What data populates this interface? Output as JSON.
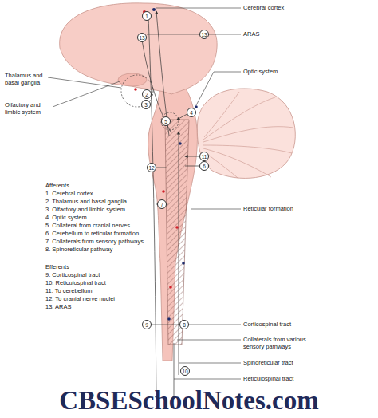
{
  "diagram": {
    "nodes": [
      {
        "text": [
          "1"
        ]
      },
      {
        "text": [
          "13"
        ]
      },
      {
        "text": [
          "13"
        ]
      },
      {
        "text": [
          "2"
        ]
      },
      {
        "text": [
          "3"
        ]
      },
      {
        "text": [
          "4"
        ]
      },
      {
        "text": [
          "5"
        ]
      },
      {
        "text": [
          "11"
        ]
      },
      {
        "text": [
          "6"
        ]
      },
      {
        "text": [
          "12"
        ]
      },
      {
        "text": [
          "7"
        ]
      },
      {
        "text": [
          "9"
        ]
      },
      {
        "text": [
          "8"
        ]
      },
      {
        "text": [
          "10"
        ]
      }
    ],
    "labels": [
      "Cerebral cortex",
      "ARAS",
      "Thalamus and basal ganglia",
      "Olfactory and limbic system",
      "Optic system",
      "Reticular formation",
      "Afferents",
      "1. Cerebral cortex",
      "2. Thalamus and basal ganglia",
      "3. Olfactory and limbic system",
      "4. Optic system",
      "5. Collateral from cranial nerves",
      "6. Cerebellum to reticular formation",
      "7. Collaterals from sensory pathways",
      "8. Spinoreticular pathway",
      "Efferents",
      "9. Corticospinal tract",
      "10. Reticulospinal tract",
      "11. To cerebellum",
      "12. To cranial nerve nuclei",
      "13. ARAS",
      "Corticospinal tract",
      "Collaterals from various sensory pathways",
      "Spinoreticular tract",
      "Reticulospinal tract",
      "CBSESchoolNotes.com"
    ]
  }
}
